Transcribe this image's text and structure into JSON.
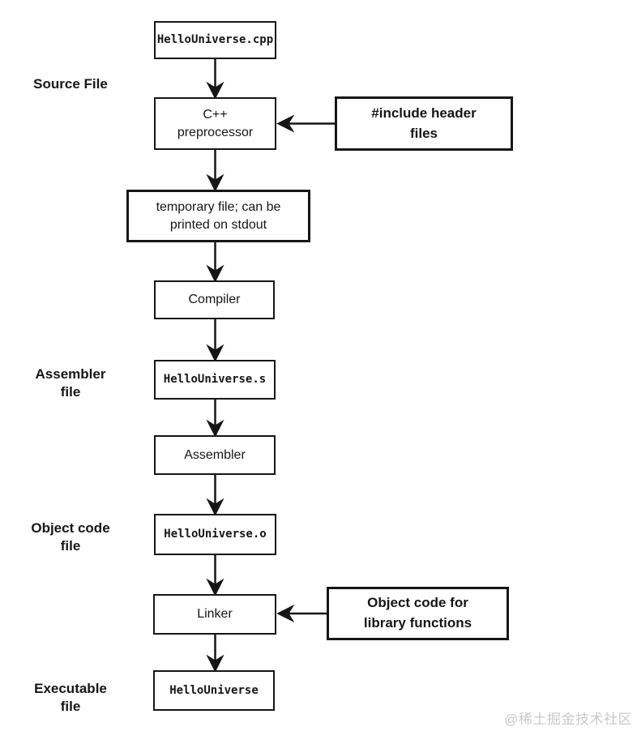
{
  "diagram": {
    "stage_labels": {
      "source_file": "Source File",
      "assembler_file": "Assembler\nfile",
      "object_code_file": "Object code\nfile",
      "executable_file": "Executable\nfile"
    },
    "nodes": {
      "source_cpp": "HelloUniverse.cpp",
      "preprocessor": "C++\npreprocessor",
      "include_headers": "#include header\nfiles",
      "temp_file": "temporary file; can be\nprinted on stdout",
      "compiler": "Compiler",
      "assembly_file": "HelloUniverse.s",
      "assembler": "Assembler",
      "object_file": "HelloUniverse.o",
      "linker": "Linker",
      "library_object_code": "Object code for\nlibrary functions",
      "executable": "HelloUniverse"
    },
    "watermark": "@稀土掘金技术社区",
    "colors": {
      "line": "#161616",
      "box_fill": "#ffffff",
      "background": "#ffffff",
      "watermark_gray": "#c9c9c9"
    }
  }
}
